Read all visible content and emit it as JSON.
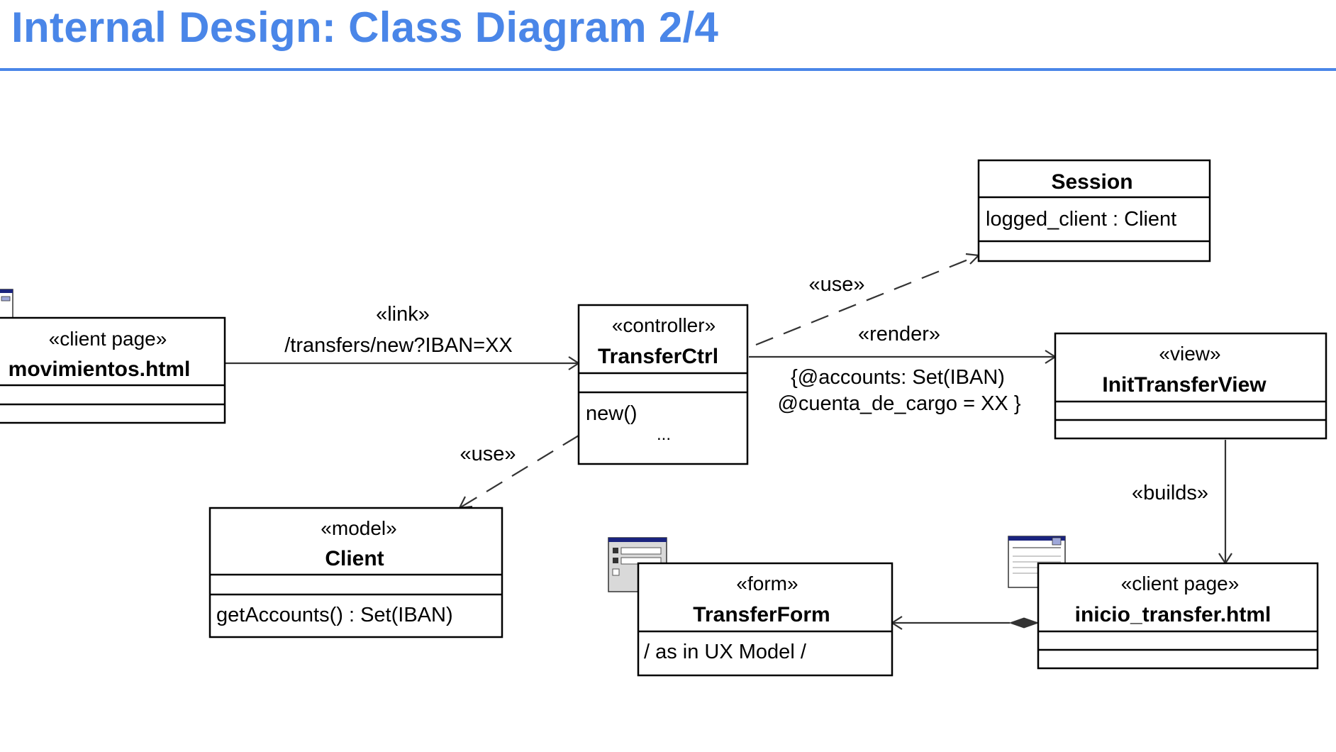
{
  "title": "Internal Design: Class Diagram 2/4",
  "colors": {
    "accent": "#4a86e8",
    "box_stroke": "#000000",
    "connector": "#333333"
  },
  "classes": {
    "movimientos": {
      "stereotype": "«client page»",
      "name": "movimientos.html",
      "icon": "web-page-icon"
    },
    "transfer_ctrl": {
      "stereotype": "«controller»",
      "name": "TransferCtrl",
      "operations": [
        "new()",
        "..."
      ]
    },
    "session": {
      "name": "Session",
      "attributes": [
        "logged_client : Client"
      ]
    },
    "init_transfer_view": {
      "stereotype": "«view»",
      "name": "InitTransferView"
    },
    "client": {
      "stereotype": "«model»",
      "name": "Client",
      "operations": [
        "getAccounts() : Set(IBAN)"
      ]
    },
    "transfer_form": {
      "stereotype": "«form»",
      "name": "TransferForm",
      "body": "/ as in UX Model /",
      "icon": "form-icon"
    },
    "inicio_transfer": {
      "stereotype": "«client page»",
      "name": "inicio_transfer.html",
      "icon": "web-page-icon"
    }
  },
  "relations": {
    "link": {
      "stereotype": "«link»",
      "label": "/transfers/new?IBAN=XX"
    },
    "use_session": {
      "stereotype": "«use»"
    },
    "render": {
      "stereotype": "«render»",
      "params_line1": "{@accounts: Set(IBAN)",
      "params_line2": "@cuenta_de_cargo = XX }"
    },
    "use_client": {
      "stereotype": "«use»"
    },
    "builds": {
      "stereotype": "«builds»"
    }
  }
}
